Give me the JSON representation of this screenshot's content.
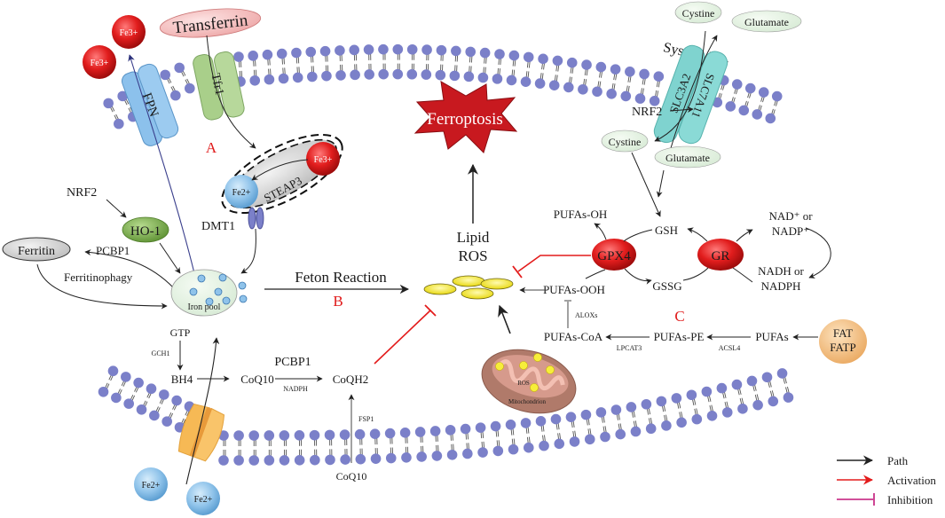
{
  "title": "Ferroptosis pathway",
  "colors": {
    "lipid_head": "#7b80c9",
    "path_arrow": "#222222",
    "activation": "#e31b1b",
    "inhibition": "#c2177a",
    "fe3_red": "#e11d1d",
    "fe2_blue": "#8fc3ea",
    "ferroptosis_star": "#c8191f",
    "gpx4_red": "#e01818",
    "ros_yellow": "#f2e52a",
    "mito_brown": "#b07a6a",
    "slc_teal": "#7fd3cf",
    "fpn_blue": "#8cc1ec",
    "tfr1_green": "#a9cf8a",
    "ho1_green": "#7aae45",
    "fatp_orange": "#f5c48a"
  },
  "sections": {
    "a": "A",
    "b": "B",
    "c": "C"
  },
  "iron_uptake": {
    "transferrin": "Transferrin",
    "tfr1": "Tfr1",
    "fpn": "FPN",
    "fe3_out_1": "Fe3+",
    "fe3_out_2": "Fe3+",
    "fe3_endosome": "Fe3+",
    "fe2_endosome": "Fe2+",
    "steap3": "STEAP3",
    "dmt1": "DMT1",
    "nrf2": "NRF2",
    "ho1": "HO-1",
    "ferritin": "Ferritin",
    "pcbp1": "PCBP1",
    "ferritinophagy": "Ferritinophagy",
    "iron_pool": "Iron pool",
    "fe2_in_1": "Fe2+",
    "fe2_in_2": "Fe2+"
  },
  "center": {
    "ferroptosis": "Ferroptosis",
    "lipid_ros_1": "Lipid",
    "lipid_ros_2": "ROS",
    "feton": "Feton Reaction"
  },
  "fsp1_axis": {
    "gtp": "GTP",
    "gch1": "GCH1",
    "bh4": "BH4",
    "coq10": "CoQ10",
    "pcbp1": "PCBP1",
    "nadph": "NADPH",
    "coqh2": "CoQH2",
    "fsp1": "FSP1",
    "coq10_membrane": "CoQ10"
  },
  "mito": {
    "ros": "ROS",
    "label": "Mitochondrion"
  },
  "system_xc": {
    "label": "System Xc-",
    "slc3a2": "SLC3A2",
    "slc7a11": "SLC7A11",
    "nrf2": "NRF2",
    "cystine_out": "Cystine",
    "glutamate_out": "Glutamate",
    "cystine_in": "Cystine",
    "glutamate_in": "Glutamate"
  },
  "gsh_axis": {
    "gsh": "GSH",
    "gssg": "GSSG",
    "gpx4": "GPX4",
    "gr": "GR",
    "pufas_oh": "PUFAs-OH",
    "pufas_ooh": "PUFAs-OOH",
    "nad_1": "NAD⁺ or",
    "nad_2": "NADP⁺",
    "nadh_1": "NADH or",
    "nadh_2": "NADPH"
  },
  "lipid_axis": {
    "alox": "ALOXs",
    "pufas_coa": "PUFAs-CoA",
    "lpcat3": "LPCAT3",
    "pufas_pe": "PUFAs-PE",
    "acsl4": "ACSL4",
    "pufas": "PUFAs",
    "fat": "FAT",
    "fatp": "FATP"
  },
  "legend": [
    {
      "label": "Path",
      "type": "path"
    },
    {
      "label": "Activation",
      "type": "activation"
    },
    {
      "label": "Inhibition",
      "type": "inhibition"
    }
  ]
}
